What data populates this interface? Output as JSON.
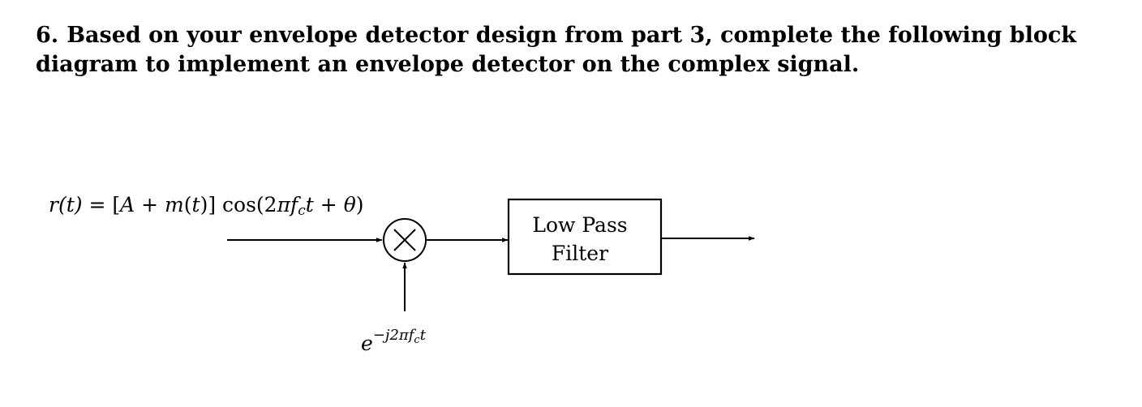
{
  "question": {
    "number": "6.",
    "text": "Based on your envelope detector design from part 3, complete the following block diagram to implement an envelope detector on the complex signal."
  },
  "diagram": {
    "input_signal": {
      "lhs": "r(t) = ",
      "parts": [
        "[",
        "A",
        " + ",
        "m",
        "(",
        "t",
        ")] cos(2",
        "π",
        "f",
        "c",
        "t",
        " + ",
        "θ",
        ")"
      ]
    },
    "oscillator": {
      "base": "e",
      "exponent": "−j2πf",
      "exponent_sub": "c",
      "exponent_tail": "t"
    },
    "filter": {
      "line1": "Low Pass",
      "line2": "Filter"
    }
  }
}
